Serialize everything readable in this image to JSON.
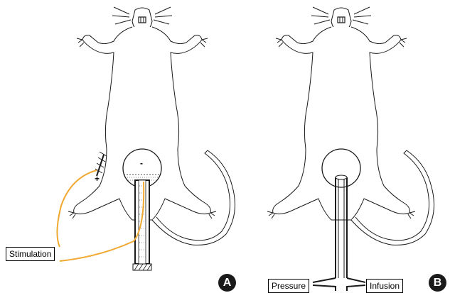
{
  "panel_a": {
    "badge": "A",
    "stimulation_label": "Stimulation",
    "plus_sign": "+",
    "minus_sign": "-"
  },
  "panel_b": {
    "badge": "B",
    "pressure_label": "Pressure",
    "infusion_label": "Infusion"
  },
  "colors": {
    "outline": "#1a1a1a",
    "wire": "#f0a830",
    "badge_fill": "#1a1a1a"
  }
}
